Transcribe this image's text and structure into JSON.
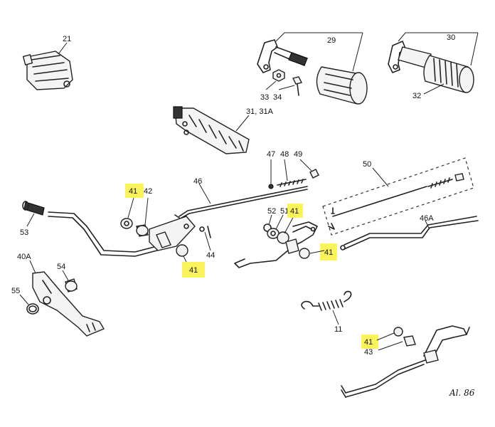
{
  "highlight_color": "#fbf35a",
  "labels": {
    "l21": "21",
    "l29": "29",
    "l30": "30",
    "l33": "33",
    "l34": "34",
    "l32": "32",
    "l31": "31, 31A",
    "l47": "47",
    "l48": "48",
    "l49": "49",
    "l50": "50",
    "l41a": "41",
    "l42": "42",
    "l46": "46",
    "l52": "52",
    "l51": "51",
    "l41b": "41",
    "l46a": "46A",
    "l53": "53",
    "l41c": "41",
    "l41d": "41",
    "l44": "44",
    "l40a": "40A",
    "l54": "54",
    "l55": "55",
    "l11": "11",
    "l41e": "41",
    "l43": "43"
  },
  "signature": "Al. 86"
}
